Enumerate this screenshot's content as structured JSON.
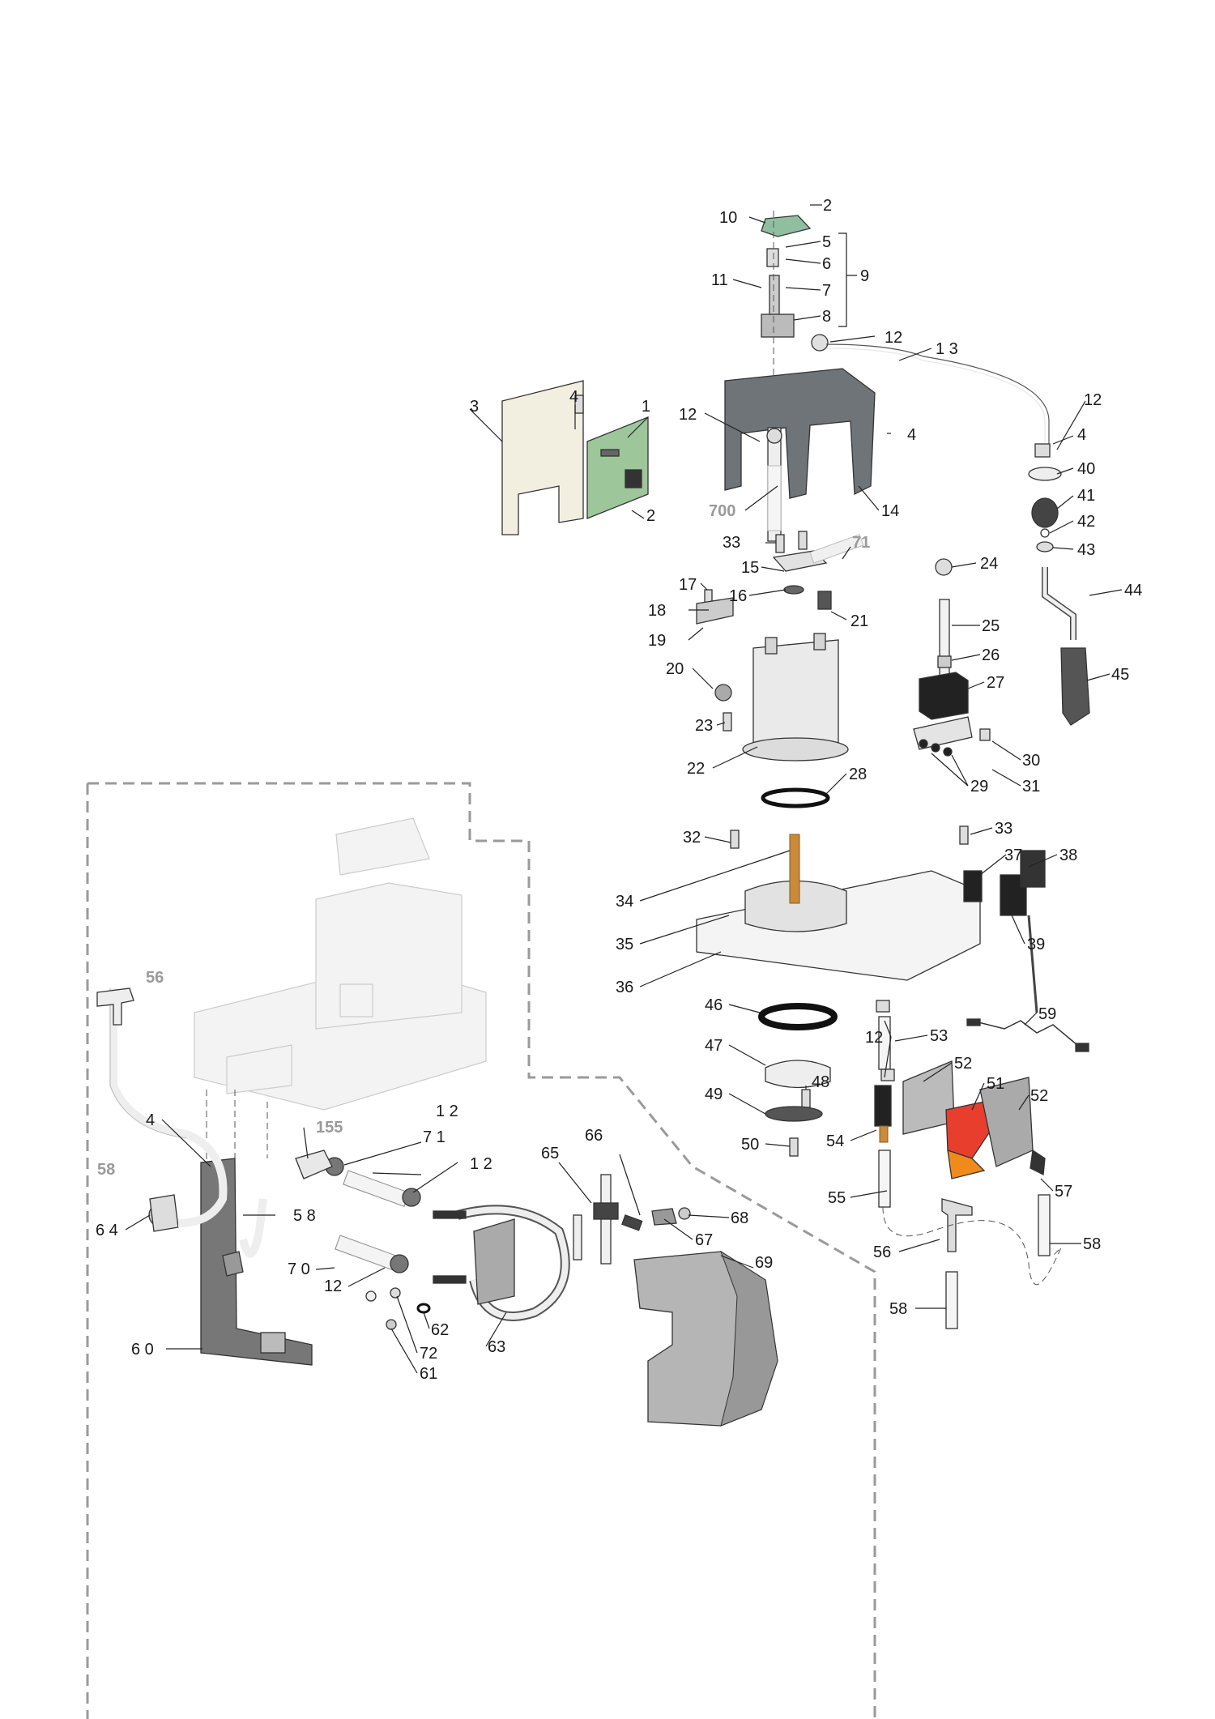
{
  "diagram": {
    "labels": {
      "l_2a": "2",
      "l_10": "10",
      "l_5": "5",
      "l_6": "6",
      "l_7": "7",
      "l_9": "9",
      "l_11": "11",
      "l_8": "8",
      "l_12a": "12",
      "l_13": "1 3",
      "l_3": "3",
      "l_4a": "4",
      "l_1": "1",
      "l_12b": "12",
      "l_4b": "4",
      "l_12c": "12",
      "l_4c": "4",
      "l_40": "40",
      "l_41": "41",
      "l_42": "42",
      "l_43": "43",
      "l_700": "700",
      "l_14": "14",
      "l_2b": "2",
      "l_33a": "33",
      "l_71": "71",
      "l_15": "15",
      "l_24": "24",
      "l_44": "44",
      "l_17": "17",
      "l_16": "16",
      "l_21": "21",
      "l_18": "18",
      "l_25": "25",
      "l_19": "19",
      "l_26": "26",
      "l_45": "45",
      "l_20": "20",
      "l_27": "27",
      "l_23": "23",
      "l_30": "30",
      "l_22": "22",
      "l_28": "28",
      "l_29": "29",
      "l_31": "31",
      "l_32": "32",
      "l_33b": "33",
      "l_37": "37",
      "l_38": "38",
      "l_34": "34",
      "l_35": "35",
      "l_39": "39",
      "l_36": "36",
      "l_56a": "56",
      "l_46": "46",
      "l_59": "59",
      "l_12d": "12",
      "l_53": "53",
      "l_47": "47",
      "l_52a": "52",
      "l_51": "51",
      "l_52b": "52",
      "l_48": "48",
      "l_49": "49",
      "l_54": "54",
      "l_50": "50",
      "l_4d": "4",
      "l_155": "155",
      "l_12e": "1 2",
      "l_71b": "7 1",
      "l_12f": "1 2",
      "l_66": "66",
      "l_65": "65",
      "l_58a": "58",
      "l_55": "55",
      "l_57": "57",
      "l_58b": "5 8",
      "l_64": "6 4",
      "l_68": "68",
      "l_67": "67",
      "l_56b": "56",
      "l_58c": "58",
      "l_70": "7 0",
      "l_69": "69",
      "l_12g": "12",
      "l_62": "62",
      "l_58d": "58",
      "l_63": "63",
      "l_60": "6 0",
      "l_72": "72",
      "l_61": "61"
    }
  }
}
